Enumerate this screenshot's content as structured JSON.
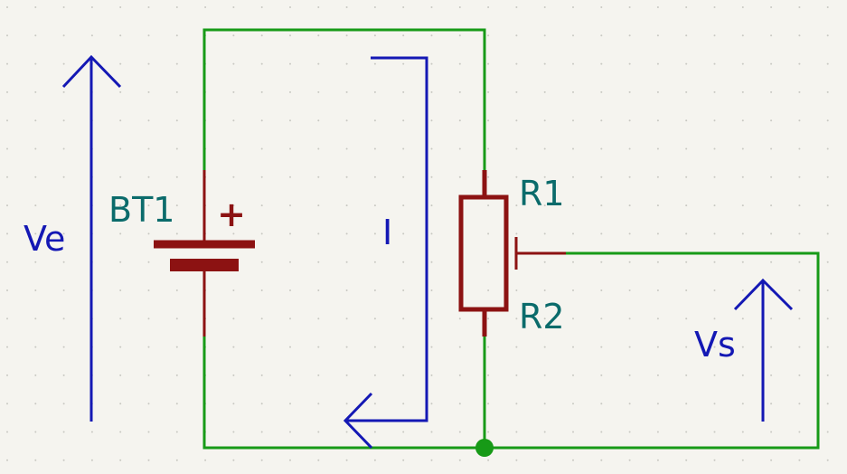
{
  "colors": {
    "background": "#f5f4ef",
    "grid_dot": "#c8c8c2",
    "wire": "#179a17",
    "component": "#8c1212",
    "reference": "#0b6b6b",
    "annotation": "#1418b4",
    "junction": "#179a17"
  },
  "components": {
    "battery": {
      "reference": "BT1",
      "polarity": "+"
    },
    "potentiometer": {
      "top_label": "R1",
      "bottom_label": "R2"
    }
  },
  "annotations": {
    "input_voltage": "Ve",
    "output_voltage": "Vs",
    "current": "I"
  }
}
